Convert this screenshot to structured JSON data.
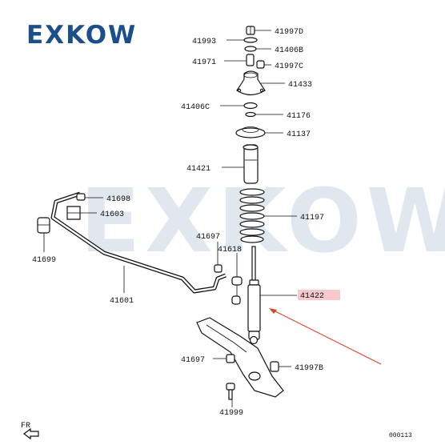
{
  "brand": {
    "logo_text": "EXKOW",
    "watermark_text": "EXKOW"
  },
  "parts": {
    "p41997D": "41997D",
    "p41993": "41993",
    "p41406B": "41406B",
    "p41971": "41971",
    "p41997C": "41997C",
    "p41433": "41433",
    "p41406C": "41406C",
    "p41176": "41176",
    "p41137": "41137",
    "p41421": "41421",
    "p41698": "41698",
    "p41603": "41603",
    "p41197": "41197",
    "p41699": "41699",
    "p41697_upper": "41697",
    "p41618": "41618",
    "p41601": "41601",
    "p41422": "41422",
    "p41697_lower": "41697",
    "p41997B": "41997B",
    "p41999": "41999"
  },
  "footer": {
    "direction": "FR",
    "code": "000113"
  },
  "colors": {
    "brand": "#1b4f8c",
    "highlight": "#f6c9cc",
    "arrow": "#d0472a"
  }
}
